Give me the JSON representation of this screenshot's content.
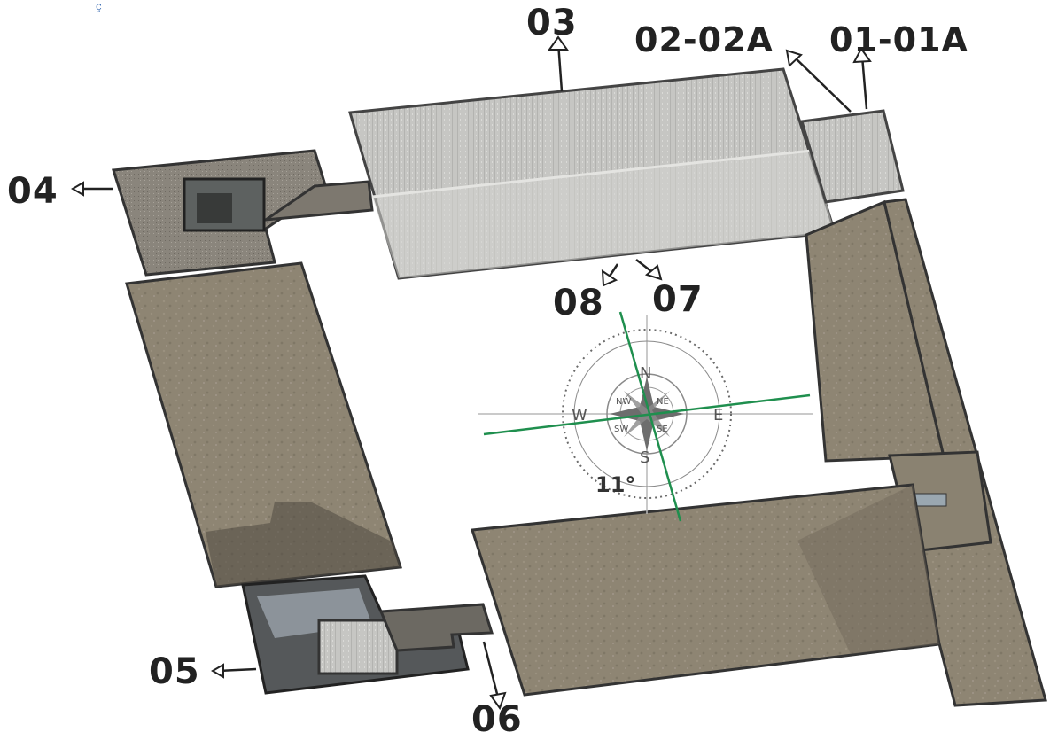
{
  "map": {
    "corner_mark": "ç",
    "colors": {
      "metal_roof": "#c9c9c6",
      "flat_roof": "#8f8676",
      "shadow": "#2d2b28",
      "compass_line": "#1f8f4e",
      "label": "#222222"
    }
  },
  "labels": {
    "l03": "03",
    "l0202a": "02-02A",
    "l0101a": "01-01A",
    "l04": "04",
    "l05": "05",
    "l06": "06",
    "l07": "07",
    "l08": "08"
  },
  "compass": {
    "north": "N",
    "south": "S",
    "east": "E",
    "west": "W",
    "ne": "NE",
    "nw": "NW",
    "se": "SE",
    "sw": "SW",
    "rotation": "11°"
  }
}
